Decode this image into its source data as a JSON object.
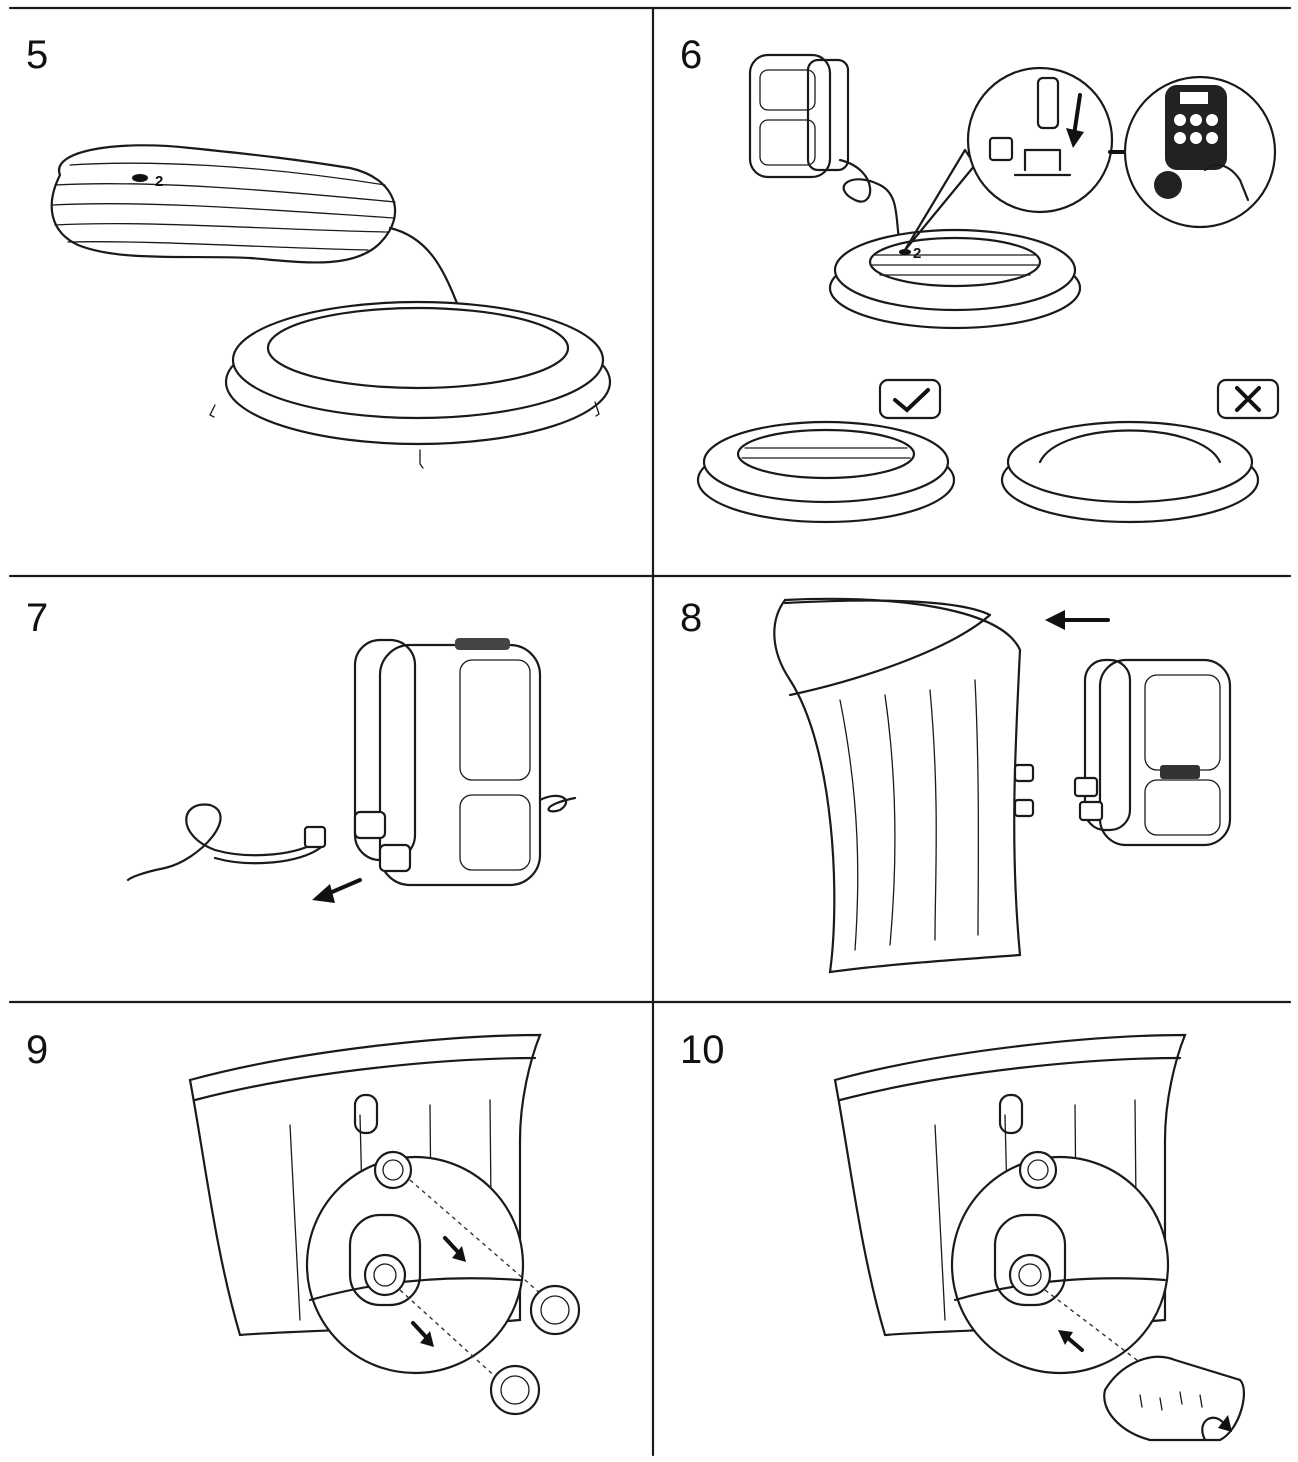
{
  "steps": [
    {
      "number": "5"
    },
    {
      "number": "6"
    },
    {
      "number": "7"
    },
    {
      "number": "8"
    },
    {
      "number": "9"
    },
    {
      "number": "10"
    }
  ],
  "part_labels": {
    "step5_cover_part": "2",
    "step6_cover_part": "2"
  },
  "icons": {
    "correct": "checkmark-icon",
    "incorrect": "cross-icon",
    "direction": "arrow-icon",
    "rotate": "rotate-arrow-icon"
  },
  "colors": {
    "line": "#1a1a1a",
    "background": "#ffffff"
  }
}
